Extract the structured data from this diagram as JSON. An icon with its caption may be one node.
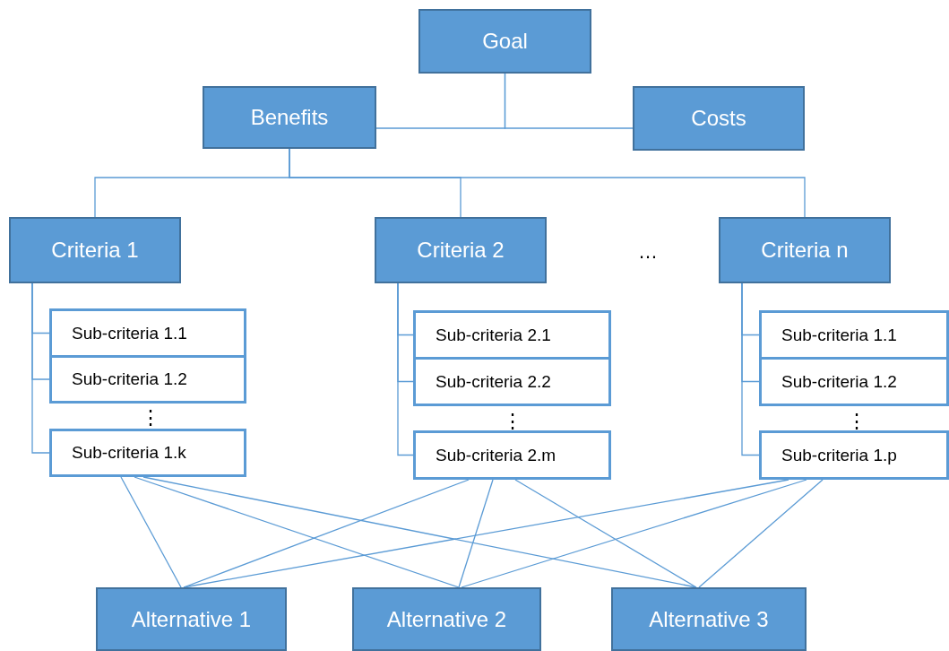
{
  "diagram": {
    "nodes": [
      {
        "text": [
          "Goal"
        ]
      },
      {
        "text": [
          "Benefits"
        ]
      },
      {
        "text": [
          "Costs"
        ]
      },
      {
        "text": [
          "Criteria 1"
        ]
      },
      {
        "text": [
          "Criteria 2"
        ]
      },
      {
        "text": [
          "Criteria n"
        ]
      },
      {
        "text": [
          "Sub-criteria 1.1"
        ]
      },
      {
        "text": [
          "Sub-criteria 1.2"
        ]
      },
      {
        "text": [
          "Sub-criteria 1.k"
        ]
      },
      {
        "text": [
          "Sub-criteria 2.1"
        ]
      },
      {
        "text": [
          "Sub-criteria 2.2"
        ]
      },
      {
        "text": [
          "Sub-criteria 2.m"
        ]
      },
      {
        "text": [
          "Sub-criteria 1.1"
        ]
      },
      {
        "text": [
          "Sub-criteria 1.2"
        ]
      },
      {
        "text": [
          "Sub-criteria 1.p"
        ]
      },
      {
        "text": [
          "Alternative 1"
        ]
      },
      {
        "text": [
          "Alternative 2"
        ]
      },
      {
        "text": [
          "Alternative 3"
        ]
      }
    ],
    "edges": [
      {
        "from": 0,
        "to": 1,
        "arrow": "none"
      },
      {
        "from": 0,
        "to": 2,
        "arrow": "none"
      },
      {
        "from": 1,
        "to": 3,
        "arrow": "none"
      },
      {
        "from": 1,
        "to": 4,
        "arrow": "none"
      },
      {
        "from": 1,
        "to": 5,
        "arrow": "none"
      },
      {
        "from": 3,
        "to": 6,
        "arrow": "none"
      },
      {
        "from": 3,
        "to": 7,
        "arrow": "none"
      },
      {
        "from": 3,
        "to": 8,
        "arrow": "none"
      },
      {
        "from": 4,
        "to": 9,
        "arrow": "none"
      },
      {
        "from": 4,
        "to": 10,
        "arrow": "none"
      },
      {
        "from": 4,
        "to": 11,
        "arrow": "none"
      },
      {
        "from": 5,
        "to": 12,
        "arrow": "none"
      },
      {
        "from": 5,
        "to": 13,
        "arrow": "none"
      },
      {
        "from": 5,
        "to": 14,
        "arrow": "none"
      },
      {
        "from": 8,
        "to": 15,
        "arrow": "none"
      },
      {
        "from": 8,
        "to": 16,
        "arrow": "none"
      },
      {
        "from": 8,
        "to": 17,
        "arrow": "none"
      },
      {
        "from": 11,
        "to": 15,
        "arrow": "none"
      },
      {
        "from": 11,
        "to": 16,
        "arrow": "none"
      },
      {
        "from": 11,
        "to": 17,
        "arrow": "none"
      },
      {
        "from": 14,
        "to": 15,
        "arrow": "none"
      },
      {
        "from": 14,
        "to": 16,
        "arrow": "none"
      },
      {
        "from": 14,
        "to": 17,
        "arrow": "none"
      }
    ],
    "labels": [
      "…",
      "⋮",
      "⋮",
      "⋮"
    ]
  }
}
